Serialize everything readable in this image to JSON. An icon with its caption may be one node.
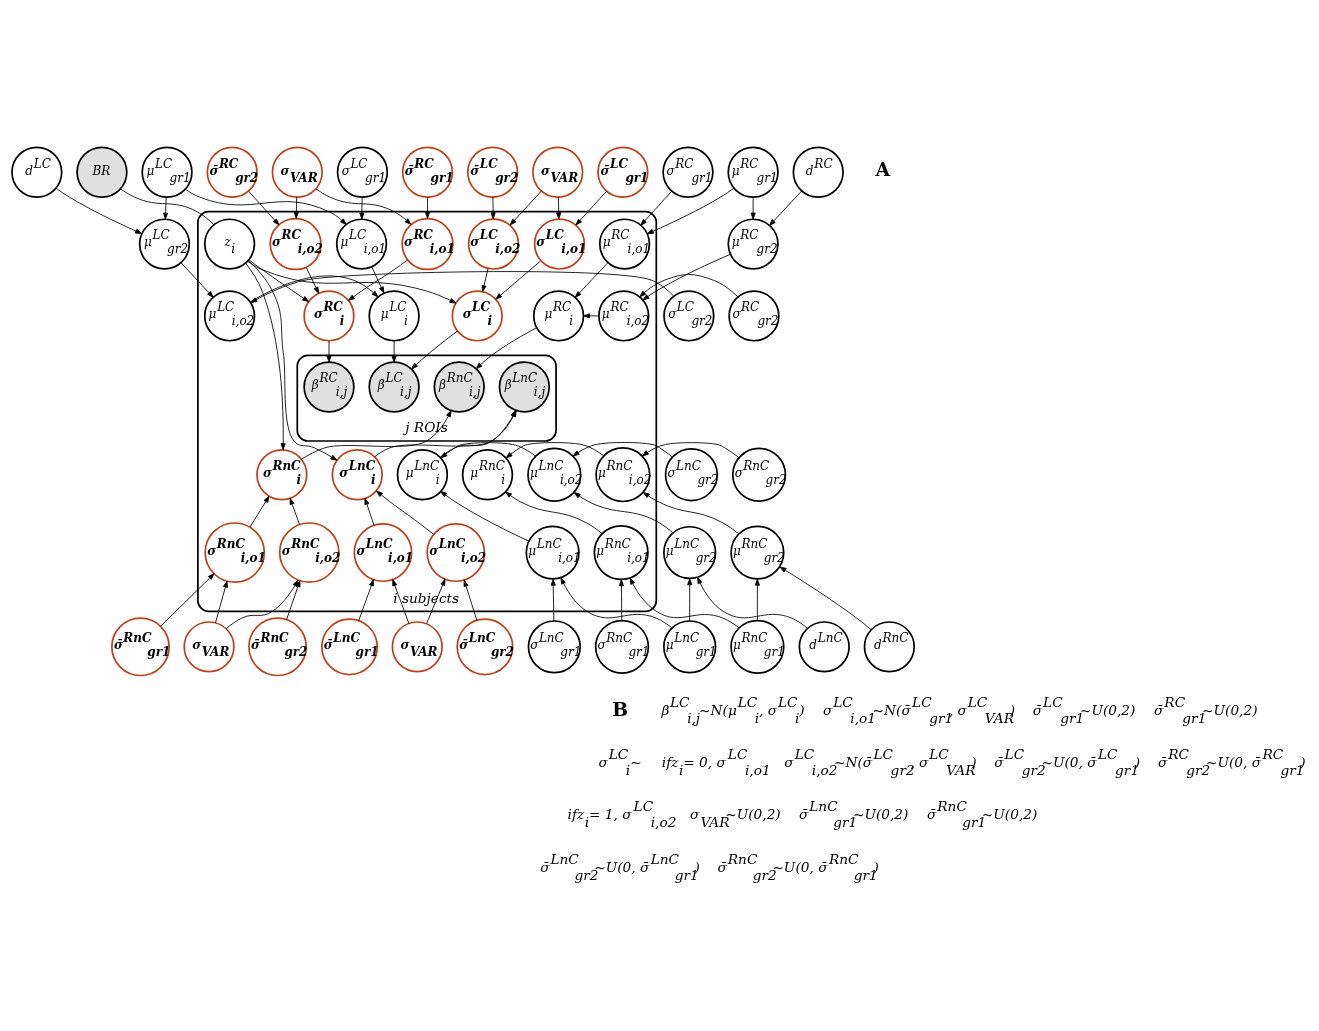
{
  "diagram": {
    "nodes": [
      {
        "text": [
          "d$^{LC}$"
        ]
      },
      {
        "text": [
          "μ$^{LC}$$_{gr1}$"
        ]
      },
      {
        "text": [
          "σ$^{LC}$$_{gr1}$"
        ]
      },
      {
        "text": [
          "μ$^{LC}$$_{gr2}$"
        ]
      },
      {
        "text": [
          "σ$^{LC}$$_{gr2}$"
        ]
      },
      {
        "text": [
          "σ̄$^{LC}$$_{gr1}$"
        ]
      },
      {
        "text": [
          "σ$_{VAR}$"
        ]
      },
      {
        "text": [
          "σ̄$^{LC}$$_{gr2}$"
        ]
      },
      {
        "text": [
          "BR"
        ]
      },
      {
        "text": [
          "σ̄$^{RC}$$_{gr1}$"
        ]
      },
      {
        "text": [
          "σ$_{VAR}$"
        ]
      },
      {
        "text": [
          "σ̄$^{RC}$$_{gr2}$"
        ]
      },
      {
        "text": [
          "σ$^{RC}$$_{gr1}$"
        ]
      },
      {
        "text": [
          "μ$^{RC}$$_{gr1}$"
        ]
      },
      {
        "text": [
          "d$^{RC}$"
        ]
      },
      {
        "text": [
          "μ$^{RC}$$_{gr2}$"
        ]
      },
      {
        "text": [
          "σ$^{RC}$$_{gr2}$"
        ]
      },
      {
        "text": [
          "i subjects"
        ]
      },
      {
        "text": [
          "μ$^{LC}$$_{i,o1}$"
        ],
        "in": 17
      },
      {
        "text": [
          "μ$^{LC}$$_{i,o2}$"
        ],
        "in": 17
      },
      {
        "text": [
          "μ$^{LC}$$_{i}$"
        ],
        "in": 17
      },
      {
        "text": [
          "σ$^{LC}$$_{i,o1}$"
        ],
        "in": 17
      },
      {
        "text": [
          "σ$^{LC}$$_{i,o2}$"
        ],
        "in": 17
      },
      {
        "text": [
          "σ$^{LC}$$_{i}$"
        ],
        "in": 17
      },
      {
        "text": [
          "z$_{i}$"
        ],
        "in": 17
      },
      {
        "text": [
          "σ$^{RC}$$_{i,o1}$"
        ],
        "in": 17
      },
      {
        "text": [
          "σ$^{RC}$$_{i,o2}$"
        ],
        "in": 17
      },
      {
        "text": [
          "σ$^{RC}$$_{i}$"
        ],
        "in": 17
      },
      {
        "text": [
          "μ$^{RC}$$_{i}$"
        ],
        "in": 17
      },
      {
        "text": [
          "μ$^{RC}$$_{i,o1}$"
        ],
        "in": 17
      },
      {
        "text": [
          "μ$^{RC}$$_{i,o2}$"
        ],
        "in": 17
      },
      {
        "text": [
          "j ROIs"
        ],
        "in": 17
      },
      {
        "text": [
          "β$^{LC}$$_{i,j}$"
        ],
        "in": 31
      },
      {
        "text": [
          "β$^{LnC}$$_{i,j}$"
        ],
        "in": 31
      },
      {
        "text": [
          "β$^{RC}$$_{i,j}$"
        ],
        "in": 31
      },
      {
        "text": [
          "β$^{RnC}$$_{i,j}$"
        ],
        "in": 31
      },
      {
        "text": [
          "μ$^{LnC}$$_{i}$"
        ],
        "in": 17
      },
      {
        "text": [
          "μ$^{LnC}$$_{i,o2}$"
        ],
        "in": 17
      },
      {
        "text": [
          "μ$^{LnC}$$_{i,o1}$"
        ],
        "in": 17
      },
      {
        "text": [
          "σ$^{LnC}$$_{i}$"
        ],
        "in": 17
      },
      {
        "text": [
          "σ$^{LnC}$$_{i,o1}$"
        ],
        "in": 17
      },
      {
        "text": [
          "σ$^{LnC}$$_{i,o2}$"
        ],
        "in": 17
      },
      {
        "text": [
          "σ$^{RnC}$$_{i}$"
        ],
        "in": 17
      },
      {
        "text": [
          "σ$^{RnC}$$_{i,o1}$"
        ],
        "in": 17
      },
      {
        "text": [
          "σ$^{RnC}$$_{i,o2}$"
        ],
        "in": 17
      },
      {
        "text": [
          "μ$^{RnC}$$_{i}$"
        ],
        "in": 17
      },
      {
        "text": [
          "μ$^{RnC}$$_{i,o2}$"
        ],
        "in": 17
      },
      {
        "text": [
          "μ$^{RnC}$$_{i,o1}$"
        ],
        "in": 17
      },
      {
        "text": [
          "σ$^{LnC}$$_{gr2}$"
        ]
      },
      {
        "text": [
          "μ$^{LnC}$$_{gr2}$"
        ]
      },
      {
        "text": [
          "d$^{LnC}$"
        ]
      },
      {
        "text": [
          "μ$^{LnC}$$_{gr1}$"
        ]
      },
      {
        "text": [
          "σ$^{LnC}$$_{gr1}$"
        ]
      },
      {
        "text": [
          "σ̄$^{LnC}$$_{gr1}$"
        ]
      },
      {
        "text": [
          "σ$_{VAR}$"
        ]
      },
      {
        "text": [
          "σ̄$^{LnC}$$_{gr2}$"
        ]
      },
      {
        "text": [
          "σ̄$^{RnC}$$_{gr1}$"
        ]
      },
      {
        "text": [
          "σ$_{VAR}$"
        ]
      },
      {
        "text": [
          "σ̄$^{RnC}$$_{gr2}$"
        ]
      },
      {
        "text": [
          "σ$^{RnC}$$_{gr1}$"
        ]
      },
      {
        "text": [
          "μ$^{RnC}$$_{gr1}$"
        ]
      },
      {
        "text": [
          "d$^{RnC}$"
        ]
      },
      {
        "text": [
          "μ$^{RnC}$$_{gr2}$"
        ]
      },
      {
        "text": [
          "σ$^{RnC}$$_{gr2}$"
        ]
      }
    ],
    "edges": [
      {
        "from": 0,
        "to": 3,
        "arrow": "to"
      },
      {
        "from": 1,
        "to": 3,
        "arrow": "to"
      },
      {
        "from": 1,
        "to": 18,
        "arrow": "to"
      },
      {
        "from": 2,
        "to": 18,
        "arrow": "to"
      },
      {
        "from": 3,
        "to": 19,
        "arrow": "to"
      },
      {
        "from": 4,
        "to": 19,
        "arrow": "to"
      },
      {
        "from": 18,
        "to": 20,
        "arrow": "to"
      },
      {
        "from": 19,
        "to": 20,
        "arrow": "to"
      },
      {
        "from": 5,
        "to": 21,
        "arrow": "to"
      },
      {
        "from": 6,
        "to": 21,
        "arrow": "to"
      },
      {
        "from": 6,
        "to": 22,
        "arrow": "to"
      },
      {
        "from": 7,
        "to": 22,
        "arrow": "to"
      },
      {
        "from": 21,
        "to": 23,
        "arrow": "to"
      },
      {
        "from": 22,
        "to": 23,
        "arrow": "to"
      },
      {
        "from": 8,
        "to": 24,
        "arrow": "none"
      },
      {
        "from": 24,
        "to": 23,
        "arrow": "to"
      },
      {
        "from": 24,
        "to": 27,
        "arrow": "to"
      },
      {
        "from": 9,
        "to": 25,
        "arrow": "to"
      },
      {
        "from": 10,
        "to": 25,
        "arrow": "to"
      },
      {
        "from": 10,
        "to": 26,
        "arrow": "to"
      },
      {
        "from": 11,
        "to": 26,
        "arrow": "to"
      },
      {
        "from": 25,
        "to": 27,
        "arrow": "to"
      },
      {
        "from": 26,
        "to": 27,
        "arrow": "to"
      },
      {
        "from": 12,
        "to": 29,
        "arrow": "to"
      },
      {
        "from": 13,
        "to": 29,
        "arrow": "to"
      },
      {
        "from": 13,
        "to": 15,
        "arrow": "to"
      },
      {
        "from": 14,
        "to": 15,
        "arrow": "to"
      },
      {
        "from": 15,
        "to": 30,
        "arrow": "to"
      },
      {
        "from": 16,
        "to": 30,
        "arrow": "to"
      },
      {
        "from": 29,
        "to": 28,
        "arrow": "to"
      },
      {
        "from": 30,
        "to": 28,
        "arrow": "to"
      },
      {
        "from": 20,
        "to": 32,
        "arrow": "to"
      },
      {
        "from": 23,
        "to": 32,
        "arrow": "to"
      },
      {
        "from": 27,
        "to": 34,
        "arrow": "to"
      },
      {
        "from": 28,
        "to": 35,
        "arrow": "to"
      },
      {
        "from": 24,
        "to": 39,
        "arrow": "to"
      },
      {
        "from": 24,
        "to": 42,
        "arrow": "to"
      },
      {
        "from": 36,
        "to": 33,
        "arrow": "to"
      },
      {
        "from": 39,
        "to": 33,
        "arrow": "to"
      },
      {
        "from": 42,
        "to": 35,
        "arrow": "to"
      },
      {
        "from": 48,
        "to": 37,
        "arrow": "to"
      },
      {
        "from": 49,
        "to": 37,
        "arrow": "to"
      },
      {
        "from": 37,
        "to": 36,
        "arrow": "to"
      },
      {
        "from": 38,
        "to": 36,
        "arrow": "to"
      },
      {
        "from": 50,
        "to": 49,
        "arrow": "to"
      },
      {
        "from": 51,
        "to": 49,
        "arrow": "to"
      },
      {
        "from": 51,
        "to": 38,
        "arrow": "to"
      },
      {
        "from": 52,
        "to": 38,
        "arrow": "to"
      },
      {
        "from": 53,
        "to": 40,
        "arrow": "to"
      },
      {
        "from": 54,
        "to": 40,
        "arrow": "to"
      },
      {
        "from": 54,
        "to": 41,
        "arrow": "to"
      },
      {
        "from": 55,
        "to": 41,
        "arrow": "to"
      },
      {
        "from": 40,
        "to": 39,
        "arrow": "to"
      },
      {
        "from": 41,
        "to": 39,
        "arrow": "to"
      },
      {
        "from": 56,
        "to": 43,
        "arrow": "to"
      },
      {
        "from": 57,
        "to": 43,
        "arrow": "to"
      },
      {
        "from": 57,
        "to": 44,
        "arrow": "to"
      },
      {
        "from": 58,
        "to": 44,
        "arrow": "to"
      },
      {
        "from": 43,
        "to": 42,
        "arrow": "to"
      },
      {
        "from": 44,
        "to": 42,
        "arrow": "to"
      },
      {
        "from": 63,
        "to": 46,
        "arrow": "to"
      },
      {
        "from": 62,
        "to": 46,
        "arrow": "to"
      },
      {
        "from": 46,
        "to": 45,
        "arrow": "to"
      },
      {
        "from": 47,
        "to": 45,
        "arrow": "to"
      },
      {
        "from": 60,
        "to": 47,
        "arrow": "to"
      },
      {
        "from": 59,
        "to": 47,
        "arrow": "to"
      },
      {
        "from": 60,
        "to": 62,
        "arrow": "to"
      },
      {
        "from": 61,
        "to": 62,
        "arrow": "to"
      }
    ],
    "labels": [
      "A",
      "B",
      "β$^{LC}$$_{i,j}$~N(μ$^{LC}$$_{i}$, σ$^{LC}$$_{i}$)",
      "σ$^{LC}$$_{i,o1}$~N(σ̄$^{LC}$$_{gr1}$, σ$^{LC}$$_{VAR}$)",
      "σ̄$^{LC}$$_{gr1}$~U(0,2)",
      "σ̄$^{RC}$$_{gr1}$~U(0,2)",
      "σ$^{LC}$$_{i}$~",
      "ifz$_{i}$= 0, σ$^{LC}$$_{i,o1}$",
      "σ$^{LC}$$_{i,o2}$~N(σ̄$^{LC}$$_{gr2}$, σ$^{LC}$$_{VAR}$)",
      "σ̄$^{LC}$$_{gr2}$~U(0, σ̄$^{LC}$$_{gr1}$)",
      "σ̄$^{RC}$$_{gr2}$~U(0, σ̄$^{RC}$$_{gr1}$)",
      "ifz$_{i}$= 1, σ$^{LC}$$_{i,o2}$",
      "σ$_{VAR}$~U(0,2)",
      "σ̄$^{LnC}$$_{gr1}$~U(0,2)",
      "σ̄$^{RnC}$$_{gr1}$~U(0,2)",
      "σ̄$^{LnC}$$_{gr2}$~U(0, σ̄$^{LnC}$$_{gr1}$)",
      "σ̄$^{RnC}$$_{gr2}$~U(0, σ̄$^{RnC}$$_{gr1}$)"
    ]
  }
}
